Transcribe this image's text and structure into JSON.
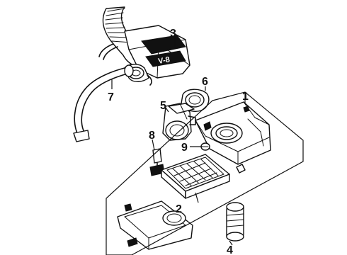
{
  "callouts": {
    "c1": "1",
    "c2": "2",
    "c3": "3",
    "c4": "4",
    "c5": "5",
    "c6": "6",
    "c7": "7",
    "c8": "8",
    "c9": "9"
  },
  "resonator_badge": "V-8"
}
